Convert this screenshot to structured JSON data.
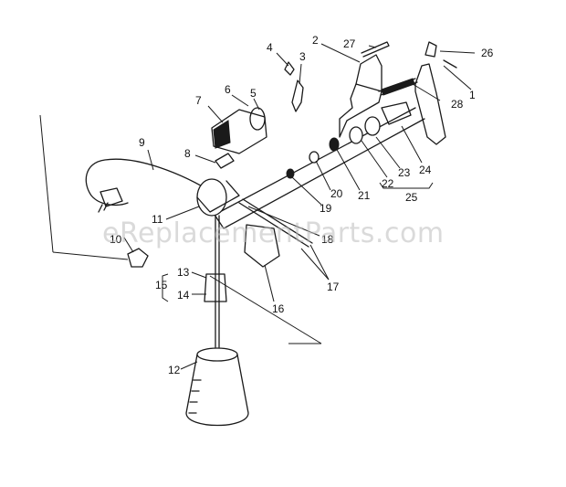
{
  "title": "",
  "watermark": "eReplacementParts.com",
  "callouts": {
    "c1": "1",
    "c2": "2",
    "c3": "3",
    "c4": "4",
    "c5": "5",
    "c6": "6",
    "c7": "7",
    "c8": "8",
    "c9": "9",
    "c10": "10",
    "c11": "11",
    "c12": "12",
    "c13": "13",
    "c14": "14",
    "c15": "15",
    "c16": "16",
    "c17": "17",
    "c18": "18",
    "c19": "19",
    "c20": "20",
    "c21": "21",
    "c22": "22",
    "c23": "23",
    "c24": "24",
    "c25": "25",
    "c26": "26",
    "c27": "27",
    "c28": "28"
  },
  "colors": {
    "line": "#1a1a1a",
    "watermark": "#bdbdbd",
    "background": "#ffffff"
  }
}
